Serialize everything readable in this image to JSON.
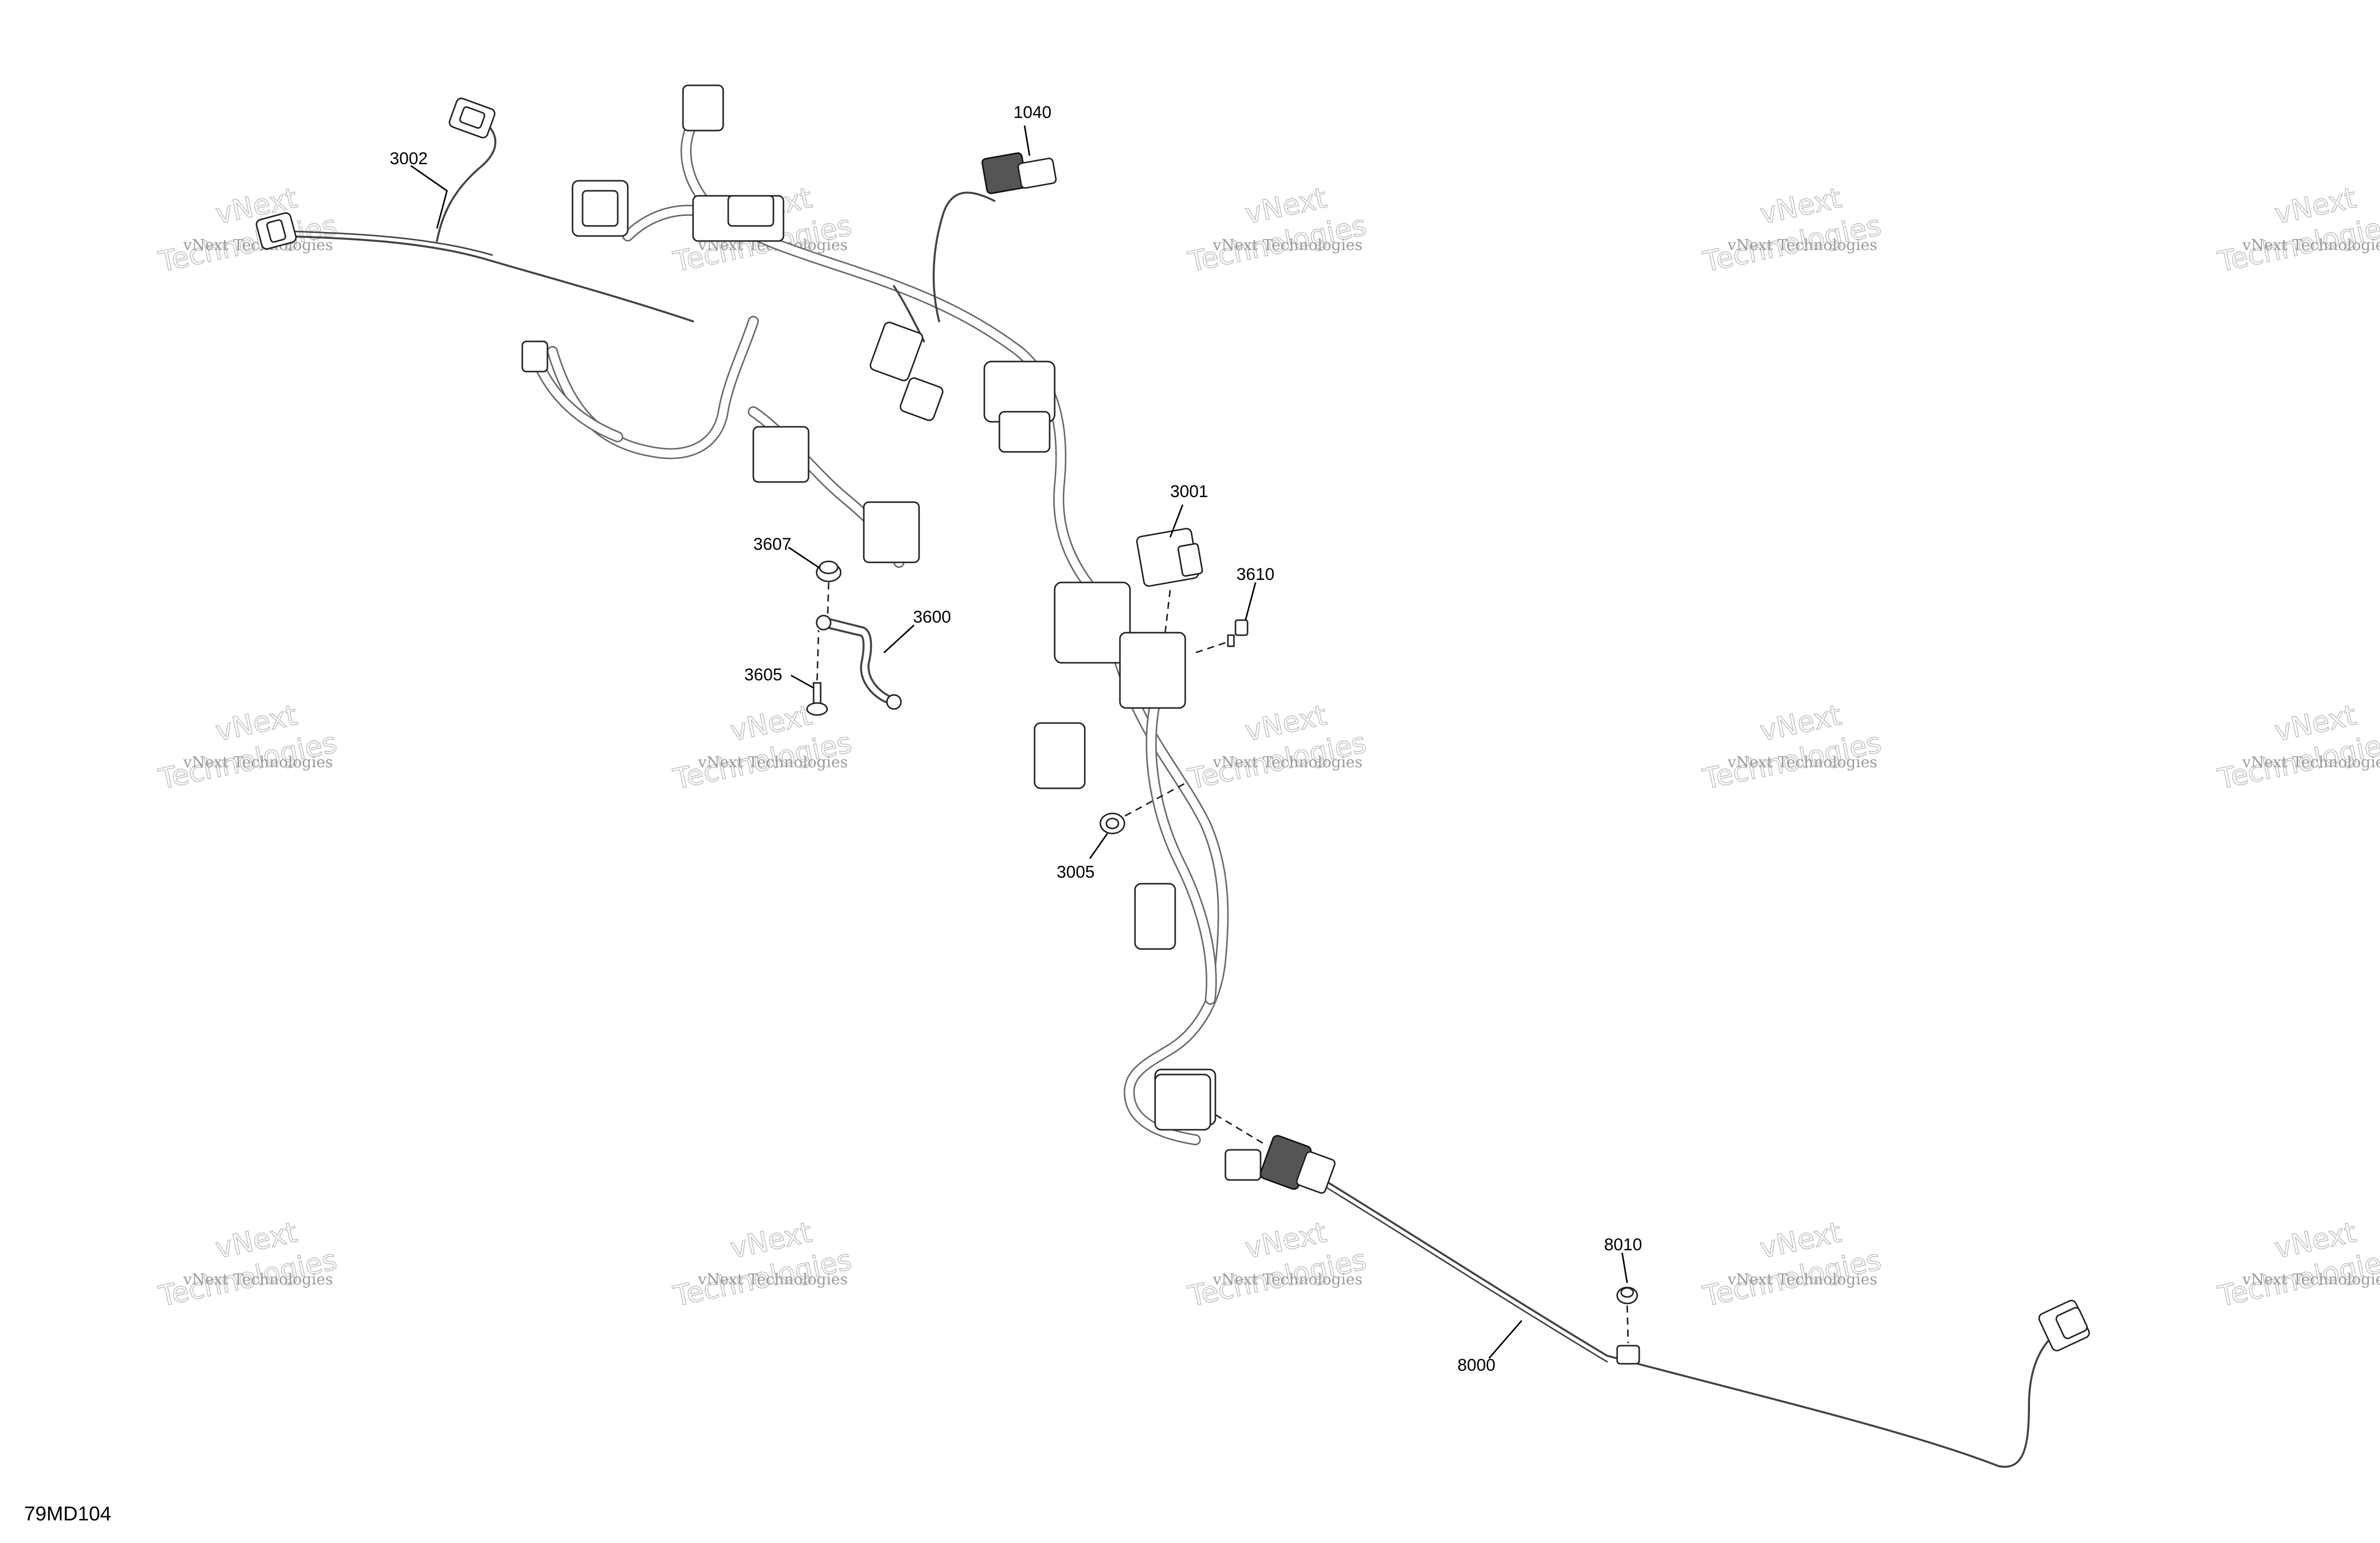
{
  "figure_code": "79MD104",
  "watermark": {
    "line1": "vNext Technologies",
    "line2": "vNext Technologies"
  },
  "callouts": {
    "c3002": "3002",
    "c1040": "1040",
    "c3001": "3001",
    "c3610": "3610",
    "c3607": "3607",
    "c3600": "3600",
    "c3605": "3605",
    "c3005": "3005",
    "c8010": "8010",
    "c8000": "8000"
  }
}
